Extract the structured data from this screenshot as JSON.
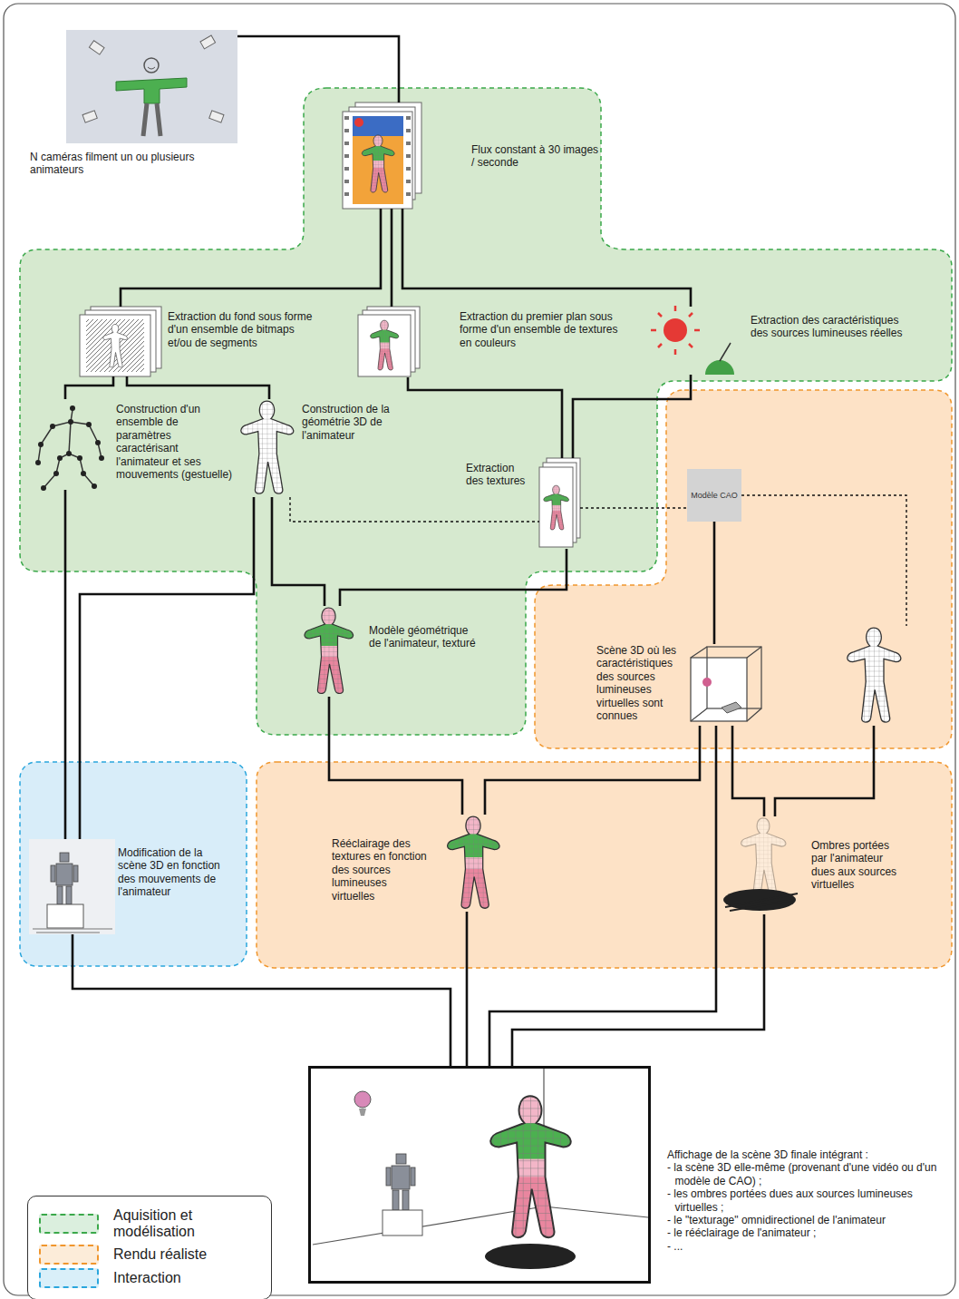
{
  "diagram": {
    "nodes": [
      {
        "text": [
          "N caméras filment un ou plusieurs animateurs"
        ]
      },
      {
        "text": [
          "Flux constant à 30 images / seconde"
        ]
      },
      {
        "text": [
          "Extraction du fond sous forme d'un ensemble de bitmaps et/ou de segments"
        ]
      },
      {
        "text": [
          "Extraction du premier plan sous forme d'un ensemble de textures en couleurs"
        ]
      },
      {
        "text": [
          "Extraction des caractéristiques des sources lumineuses réelles"
        ]
      },
      {
        "text": [
          "Construction d'un ensemble de paramètres caractérisant l'animateur et ses mouvements (gestuelle)"
        ]
      },
      {
        "text": [
          "Construction de la géométrie 3D de l'animateur"
        ]
      },
      {
        "text": [
          "Extraction des textures"
        ]
      },
      {
        "text": [
          "Modèle CAO"
        ]
      },
      {
        "text": [
          "Modèle géométrique de l'animateur, texturé"
        ]
      },
      {
        "text": [
          "Scène 3D où les caractéristiques des sources lumineuses virtuelles sont connues"
        ]
      },
      {
        "text": [
          "Modification de la scène 3D en fonction des mouvements de l'animateur"
        ]
      },
      {
        "text": [
          "Rééclairage des textures en fonction des sources lumineuses virtuelles"
        ]
      },
      {
        "text": [
          "Ombres portées par l'animateur dues aux sources virtuelles"
        ]
      },
      {
        "text": [
          "Affichage de la scène 3D finale intégrant :",
          "- la scène 3D elle-même (provenant d'une vidéo ou d'un modèle de CAO) ;",
          "- les ombres portées dues aux sources lumineuses virtuelles ;",
          "- le \"texturage\" omnidirectionel de l'animateur",
          "- le rééclairage de l'animateur ;",
          "- ..."
        ]
      }
    ],
    "edges": [
      {
        "from": 0,
        "to": 1,
        "arrow": "none"
      },
      {
        "from": 1,
        "to": 2,
        "arrow": "none"
      },
      {
        "from": 1,
        "to": 3,
        "arrow": "none"
      },
      {
        "from": 1,
        "to": 4,
        "arrow": "none"
      },
      {
        "from": 2,
        "to": 5,
        "arrow": "none"
      },
      {
        "from": 2,
        "to": 6,
        "arrow": "none"
      },
      {
        "from": 3,
        "to": 7,
        "arrow": "none"
      },
      {
        "from": 4,
        "to": 7,
        "arrow": "none"
      },
      {
        "from": 6,
        "to": 7,
        "arrow": "none"
      },
      {
        "from": 7,
        "to": 8,
        "arrow": "none"
      },
      {
        "from": 5,
        "to": 11,
        "arrow": "none"
      },
      {
        "from": 6,
        "to": 11,
        "arrow": "none"
      },
      {
        "from": 6,
        "to": 9,
        "arrow": "none"
      },
      {
        "from": 7,
        "to": 9,
        "arrow": "none"
      },
      {
        "from": 8,
        "to": 10,
        "arrow": "none"
      },
      {
        "from": 9,
        "to": 12,
        "arrow": "none"
      },
      {
        "from": 10,
        "to": 12,
        "arrow": "none"
      },
      {
        "from": 10,
        "to": 13,
        "arrow": "none"
      },
      {
        "from": 11,
        "to": 14,
        "arrow": "none"
      },
      {
        "from": 12,
        "to": 14,
        "arrow": "none"
      },
      {
        "from": 10,
        "to": 14,
        "arrow": "none"
      },
      {
        "from": 13,
        "to": 14,
        "arrow": "none"
      }
    ],
    "legend": [
      {
        "text": "Aquisition et modélisation",
        "color": "#3aa84a"
      },
      {
        "text": "Rendu réaliste",
        "color": "#f0962d"
      },
      {
        "text": "Interaction",
        "color": "#2aa6dd"
      }
    ]
  }
}
